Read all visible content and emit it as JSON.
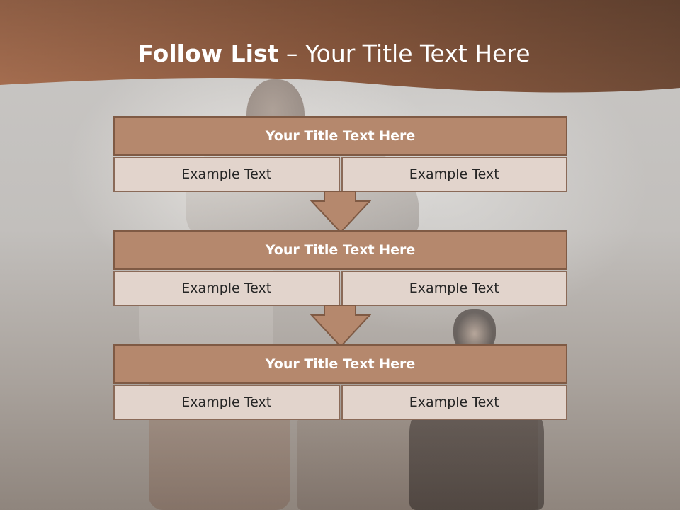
{
  "title": {
    "bold": "Follow List",
    "dash": " – ",
    "rest": "Your Title Text Here"
  },
  "blocks": [
    {
      "title": "Your Title Text Here",
      "left": "Example Text",
      "right": "Example Text"
    },
    {
      "title": "Your Title Text Here",
      "left": "Example Text",
      "right": "Example Text"
    },
    {
      "title": "Your Title Text Here",
      "left": "Example Text",
      "right": "Example Text"
    }
  ],
  "colors": {
    "header": "#8a5a3e",
    "title_bar": "#b5886d",
    "cell": "#e2d4cc",
    "arrow": "#b5886d"
  }
}
